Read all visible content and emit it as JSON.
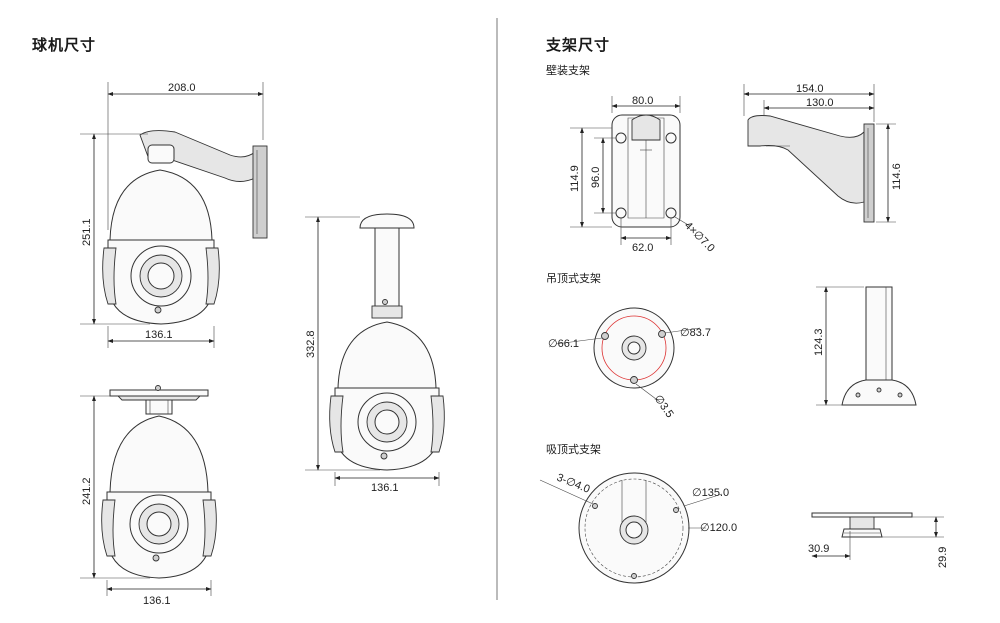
{
  "left_section": {
    "title": "球机尺寸"
  },
  "right_section": {
    "title": "支架尺寸",
    "wall_mount": {
      "title": "壁装支架"
    },
    "pendant_mount": {
      "title": "吊顶式支架"
    },
    "ceiling_mount": {
      "title": "吸顶式支架"
    }
  },
  "dims": {
    "wall_cam_width": "208.0",
    "wall_cam_height": "251.1",
    "wall_cam_dome": "136.1",
    "pendant_cam_height": "332.8",
    "pendant_cam_dome": "136.1",
    "ceiling_cam_height": "241.2",
    "ceiling_cam_dome": "136.1",
    "wall_bracket_front_width": "80.0",
    "wall_bracket_front_height": "114.9",
    "wall_bracket_hole_pitch_v": "96.0",
    "wall_bracket_hole_pitch_h": "62.0",
    "wall_bracket_holes": "4×∅7.0",
    "wall_bracket_side_length": "154.0",
    "wall_bracket_side_inner": "130.0",
    "wall_bracket_side_height": "114.6",
    "pendant_inner_dia": "∅66.1",
    "pendant_outer_dia": "∅83.7",
    "pendant_hole_dia": "∅3.5",
    "pendant_height": "124.3",
    "ceiling_holes": "3-∅4.0",
    "ceiling_outer_dia": "∅135.0",
    "ceiling_inner_dia": "∅120.0",
    "ceiling_side_width": "30.9",
    "ceiling_side_height": "29.9"
  }
}
